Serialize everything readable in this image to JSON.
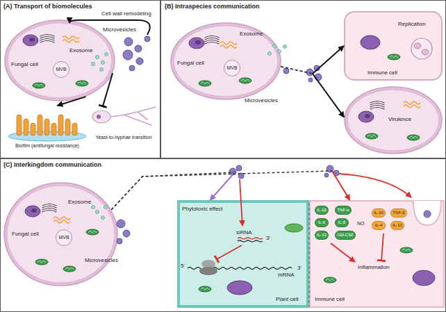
{
  "diagram": {
    "nodes": [
      {
        "text": [
          "(A) Transport of biomolecules"
        ]
      },
      {
        "text": [
          "Fungal cell"
        ],
        "in": 0
      },
      {
        "text": [
          "MVB"
        ],
        "in": 1
      },
      {
        "text": [
          "Biofilm (antifungal resistance)"
        ],
        "in": 0
      },
      {
        "text": [
          "Yeast-to-hyphae transition"
        ],
        "in": 0
      },
      {
        "text": [
          "(B) Intraspecies communication"
        ]
      },
      {
        "text": [
          "Fungal cell"
        ],
        "in": 5
      },
      {
        "text": [
          "MVB"
        ],
        "in": 6
      },
      {
        "text": [
          "Replication",
          "Immune cell"
        ],
        "in": 5
      },
      {
        "text": [
          "Virulence"
        ],
        "in": 5
      },
      {
        "text": [
          "(C) Interkingdom communication"
        ]
      },
      {
        "text": [
          "Fungal cell"
        ],
        "in": 10
      },
      {
        "text": [
          "MVB"
        ],
        "in": 11
      },
      {
        "text": [
          "Plant cell"
        ],
        "in": 10
      },
      {
        "text": [
          "Immune cell"
        ],
        "in": 10
      },
      {
        "text": [
          "IL-1β"
        ],
        "in": 14
      },
      {
        "text": [
          "TNF-α"
        ],
        "in": 14
      },
      {
        "text": [
          "IL-6"
        ],
        "in": 14
      },
      {
        "text": [
          "IL-8"
        ],
        "in": 14
      },
      {
        "text": [
          "IL-12"
        ],
        "in": 14
      },
      {
        "text": [
          "GM-CSF"
        ],
        "in": 14
      },
      {
        "text": [
          "IL-10"
        ],
        "in": 14
      },
      {
        "text": [
          "TGF-β"
        ],
        "in": 14
      },
      {
        "text": [
          "IL-4"
        ],
        "in": 14
      },
      {
        "text": [
          "IL-13"
        ],
        "in": 14
      }
    ],
    "edges": [
      {
        "from": 1,
        "to": 3,
        "arrow": "to"
      },
      {
        "from": 1,
        "to": 4,
        "arrow": "to"
      },
      {
        "from": 6,
        "to": 8,
        "arrow": "to"
      },
      {
        "from": 6,
        "to": 9,
        "arrow": "to"
      },
      {
        "from": 11,
        "to": 13,
        "arrow": "to"
      },
      {
        "from": 11,
        "to": 14,
        "arrow": "to"
      }
    ],
    "labels": [
      "Cell wall remodeling",
      "Microvesicles",
      "Exosome",
      "Exosome",
      "Microvesicles",
      "Exosome",
      "Microvesicles",
      "Phytotoxic effect",
      "siRNA",
      "3'",
      "5'",
      "3'",
      "mRNA",
      "NO",
      "Inflammation"
    ]
  }
}
